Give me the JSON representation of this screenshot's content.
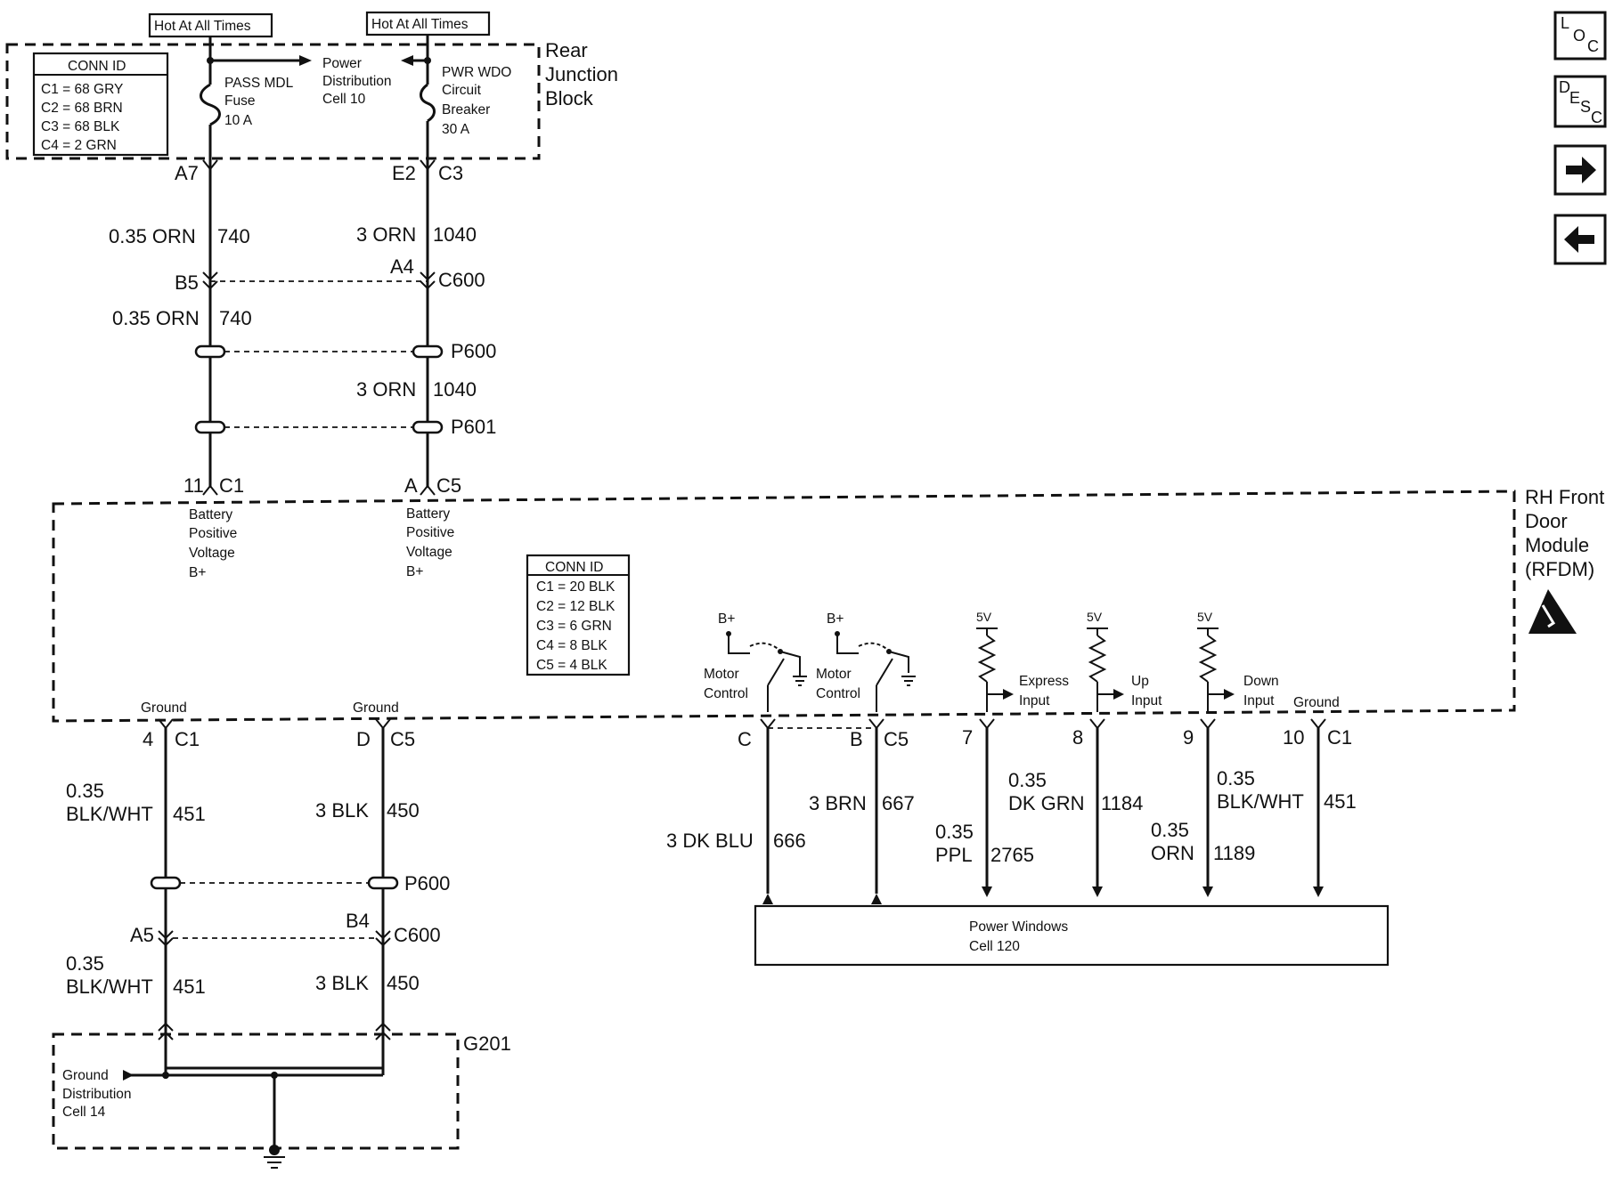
{
  "top": {
    "hot1": "Hot At All Times",
    "hot2": "Hot At All Times",
    "rear_block": [
      "Rear",
      "Junction",
      "Block"
    ],
    "conn_title": "CONN ID",
    "conn_items": [
      "C1 = 68 GRY",
      "C2 = 68 BRN",
      "C3 = 68 BLK",
      "C4 = 2 GRN"
    ],
    "fuse": [
      "PASS MDL",
      "Fuse",
      "10 A"
    ],
    "pdc": [
      "Power",
      "Distribution",
      "Cell 10"
    ],
    "breaker": [
      "PWR WDO",
      "Circuit",
      "Breaker",
      "30 A"
    ]
  },
  "left_path": {
    "conn1": "A7",
    "wire1": "0.35 ORN",
    "circ1": "740",
    "conn2": "B5",
    "wire2": "0.35 ORN",
    "circ2": "740",
    "pin": "11",
    "conn": "C1"
  },
  "right_path": {
    "conn1a": "E2",
    "conn1b": "C3",
    "wire1": "3 ORN",
    "circ1": "1040",
    "conn2a": "A4",
    "conn2b": "C600",
    "splice1": "P600",
    "wire2": "3 ORN",
    "circ2": "1040",
    "splice2": "P601",
    "pin": "A",
    "conn": "C5"
  },
  "module": {
    "name": [
      "RH Front",
      "Door",
      "Module",
      "(RFDM)"
    ],
    "bplus": [
      "Battery",
      "Positive",
      "Voltage",
      "B+"
    ],
    "conn_title": "CONN ID",
    "conn_items": [
      "C1 = 20 BLK",
      "C2 = 12 BLK",
      "C3 = 6 GRN",
      "C4 = 8 BLK",
      "C5 = 4 BLK"
    ],
    "bplus_short": "B+",
    "motor_control": [
      "Motor",
      "Control"
    ],
    "five_v": "5V",
    "express": [
      "Express",
      "Input"
    ],
    "up": [
      "Up",
      "Input"
    ],
    "down": [
      "Down",
      "Input"
    ],
    "ground": "Ground"
  },
  "bottom": {
    "g_left_pin": "4",
    "g_left_conn": "C1",
    "g_left_wire": [
      "0.35",
      "BLK/WHT"
    ],
    "g_left_circ": "451",
    "g_right_pin": "D",
    "g_right_conn": "C5",
    "g_right_wire": "3 BLK",
    "g_right_circ": "450",
    "splice": "P600",
    "a5": "A5",
    "b4": "B4",
    "c600": "C600",
    "g201": "G201",
    "ground_dist": [
      "Ground",
      "Distribution",
      "Cell 14"
    ],
    "pin_c": "C",
    "pin_b": "B",
    "conn_c5": "C5",
    "pin_7": "7",
    "pin_8": "8",
    "pin_9": "9",
    "pin_10": "10",
    "conn_c1": "C1",
    "w666": "3 DK BLU",
    "c666": "666",
    "w667": "3 BRN",
    "c667": "667",
    "w2765": [
      "0.35",
      "PPL"
    ],
    "c2765": "2765",
    "w1184": [
      "0.35",
      "DK GRN"
    ],
    "c1184": "1184",
    "w1189": [
      "0.35",
      "ORN"
    ],
    "c1189": "1189",
    "w451": [
      "0.35",
      "BLK/WHT"
    ],
    "c451": "451",
    "pw": [
      "Power Windows",
      "Cell 120"
    ]
  },
  "nav": {
    "loc": [
      "L",
      "O",
      "C"
    ],
    "desc": [
      "D",
      "E",
      "S",
      "C"
    ],
    "next_icon": "arrow-right-icon",
    "prev_icon": "arrow-left-icon"
  }
}
